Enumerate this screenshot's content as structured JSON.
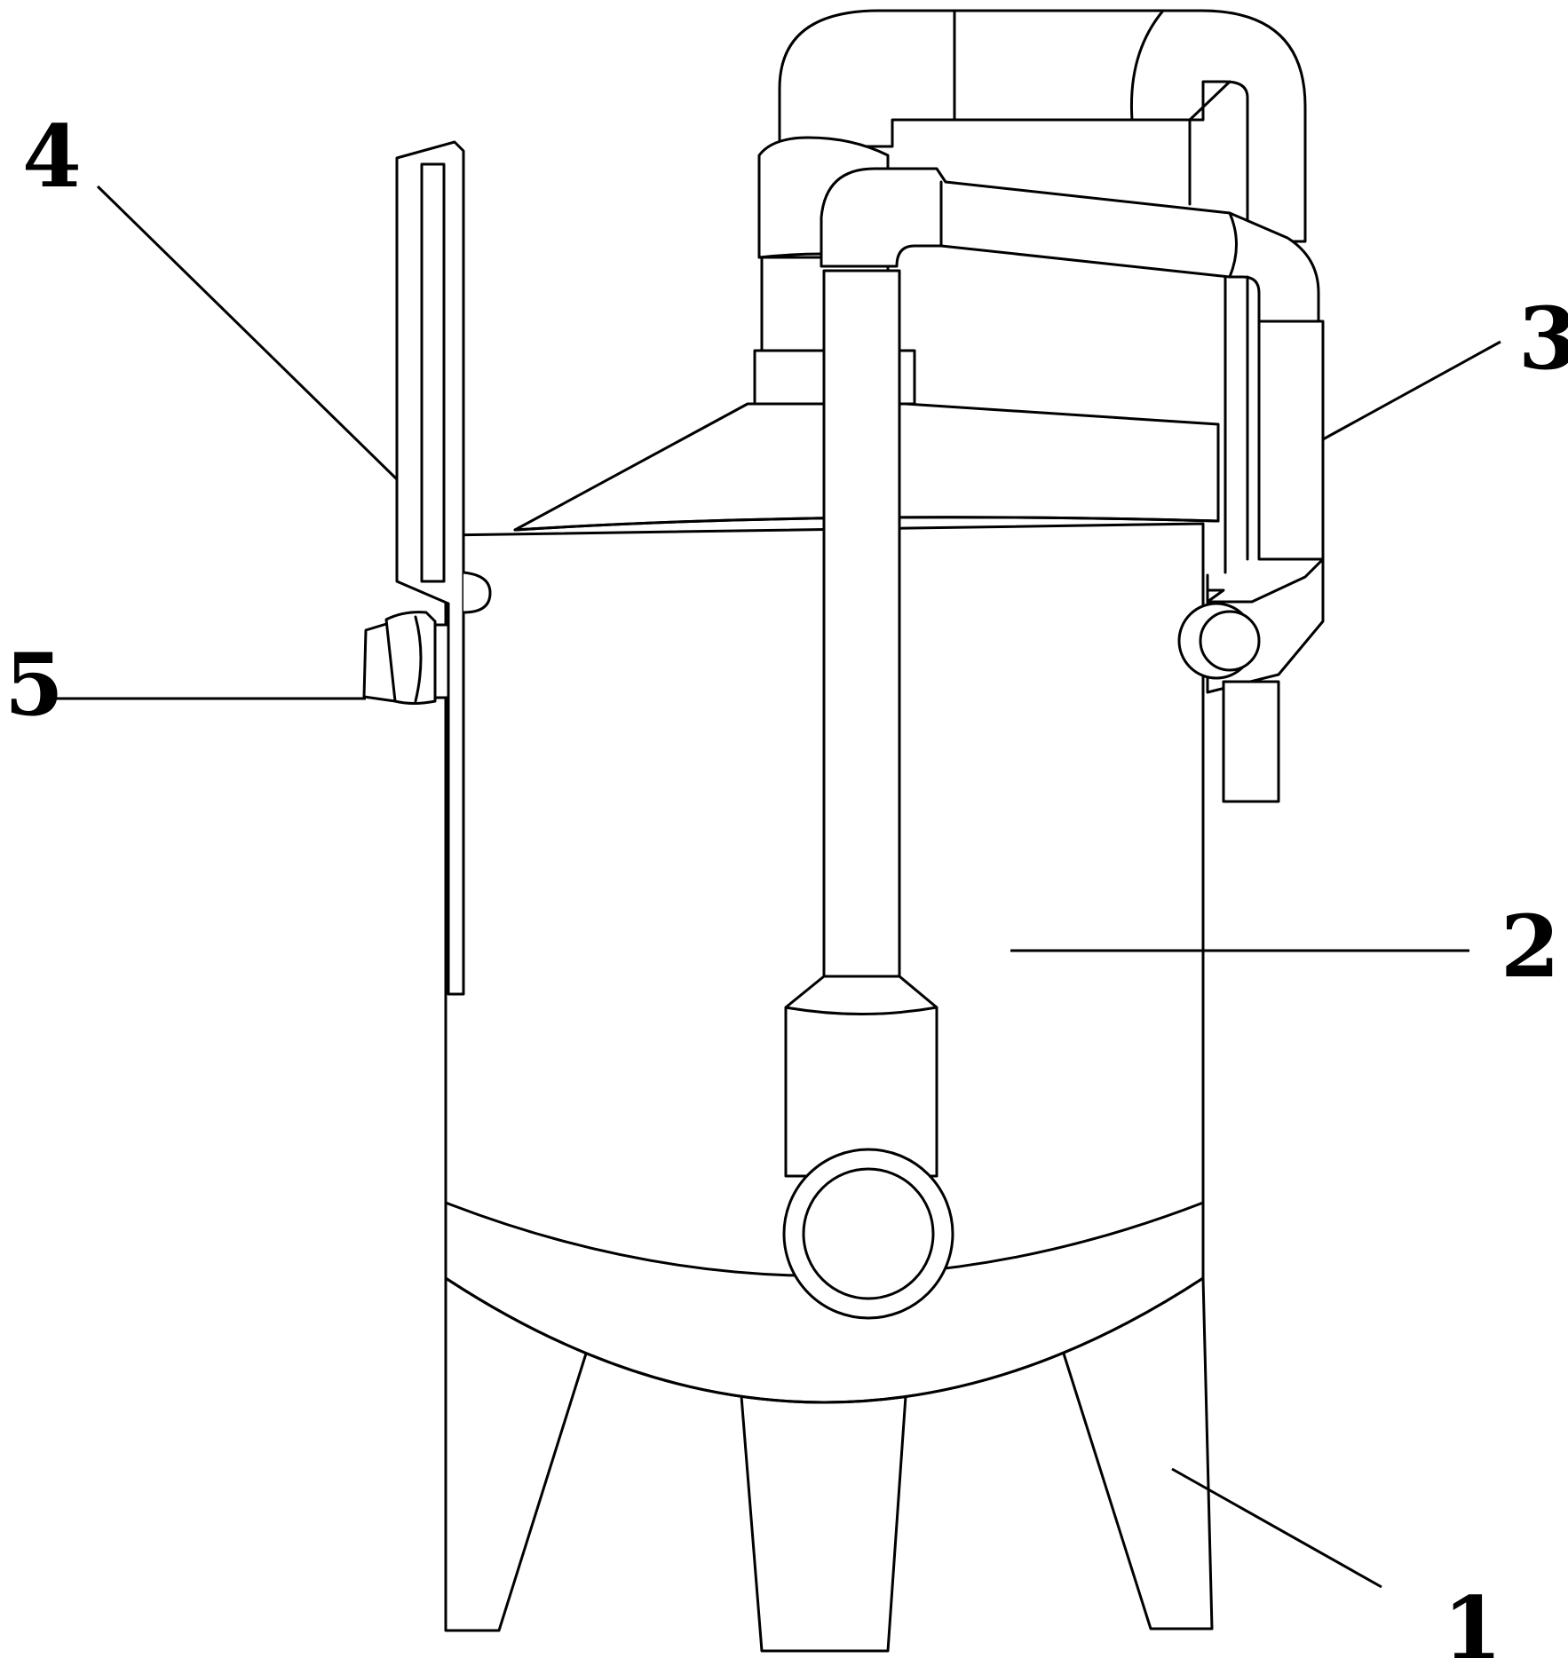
{
  "figure": {
    "labels": [
      {
        "id": "1",
        "text": "1"
      },
      {
        "id": "2",
        "text": "2"
      },
      {
        "id": "3",
        "text": "3"
      },
      {
        "id": "4",
        "text": "4"
      },
      {
        "id": "5",
        "text": "5"
      }
    ],
    "colors": {
      "line": "#000000",
      "background": "#ffffff"
    }
  }
}
